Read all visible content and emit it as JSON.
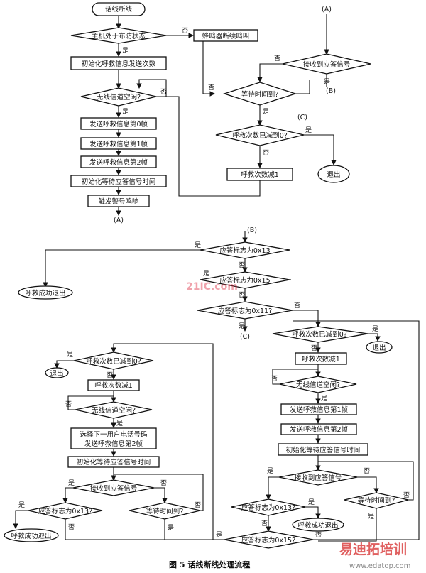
{
  "diagram": {
    "nodes": [
      {
        "id": "start",
        "label": "话线断线"
      },
      {
        "id": "armed",
        "label": "主机处于布防状态"
      },
      {
        "id": "beep",
        "label": "蜂鸣器断续鸣叫"
      },
      {
        "id": "init_count",
        "label": "初始化呼救信息发送次数"
      },
      {
        "id": "ch_free1",
        "label": "无线信道空闲?"
      },
      {
        "id": "send0",
        "label": "发送呼救信息第0帧"
      },
      {
        "id": "send1",
        "label": "发送呼救信息第1帧"
      },
      {
        "id": "send2",
        "label": "发送呼救信息第2帧"
      },
      {
        "id": "init_wait1",
        "label": "初始化等待应答信号时间"
      },
      {
        "id": "alarm",
        "label": "触发警号鸣响"
      },
      {
        "id": "conn_a_bottom",
        "label": "(A)"
      },
      {
        "id": "conn_a_top",
        "label": "(A)"
      },
      {
        "id": "recv1",
        "label": "接收到应答信号"
      },
      {
        "id": "conn_b_right",
        "label": "(B)"
      },
      {
        "id": "wait_time1",
        "label": "等待时间到?"
      },
      {
        "id": "conn_c_right",
        "label": "(C)"
      },
      {
        "id": "count_zero1",
        "label": "呼救次数已减到0?"
      },
      {
        "id": "exit1",
        "label": "退出"
      },
      {
        "id": "dec1",
        "label": "呼救次数减1"
      },
      {
        "id": "conn_b_top",
        "label": "(B)"
      },
      {
        "id": "flag13a",
        "label": "应答标志为0x13"
      },
      {
        "id": "success1",
        "label": "呼救成功退出"
      },
      {
        "id": "flag15a",
        "label": "应答标志为0x15"
      },
      {
        "id": "flag11",
        "label": "应答标志为0x11?"
      },
      {
        "id": "conn_c_mid",
        "label": "(C)"
      },
      {
        "id": "count_zero2",
        "label": "呼救次数已减到0?"
      },
      {
        "id": "exit2",
        "label": "退出"
      },
      {
        "id": "dec2",
        "label": "呼救次数减1"
      },
      {
        "id": "ch_free2",
        "label": "无线信道空闲?"
      },
      {
        "id": "send1b",
        "label": "发送呼救信息第1帧"
      },
      {
        "id": "send2b",
        "label": "发送呼救信息第2帧"
      },
      {
        "id": "init_wait2",
        "label": "初始化等待应答信号时间"
      },
      {
        "id": "recv2",
        "label": "接收到应答信号"
      },
      {
        "id": "wait_time2",
        "label": "等待时间到?"
      },
      {
        "id": "flag13b",
        "label": "应答标志为0x13?"
      },
      {
        "id": "success2",
        "label": "呼救成功退出"
      },
      {
        "id": "flag15b",
        "label": "应答标志为0x15?"
      },
      {
        "id": "count_zero3",
        "label": "呼救次数已减到0?"
      },
      {
        "id": "exit3",
        "label": "退出"
      },
      {
        "id": "dec3",
        "label": "呼救次数减1"
      },
      {
        "id": "ch_free3",
        "label": "无线信道空闲?"
      },
      {
        "id": "select_next",
        "label": "选择下一用户电话号码"
      },
      {
        "id": "select_next_2",
        "label": "发送呼救信息第2帧"
      },
      {
        "id": "init_wait3",
        "label": "初始化等待应答信号时间"
      },
      {
        "id": "recv3",
        "label": "接收到应答信号"
      },
      {
        "id": "flag13c",
        "label": "应答标志为0x13?"
      },
      {
        "id": "wait_time3",
        "label": "等待时间到?"
      },
      {
        "id": "success3",
        "label": "呼救成功退出"
      }
    ],
    "edge_labels": {
      "yes": "是",
      "no": "否"
    },
    "caption": "图 5    话线断线处理流程"
  },
  "watermark": {
    "logo_top": "21IC.com",
    "logo_bottom": "易迪拓培训",
    "url": "www.edatop.com"
  },
  "colors": {
    "ink": "#111111",
    "watermark_red": "#d62b2b"
  }
}
